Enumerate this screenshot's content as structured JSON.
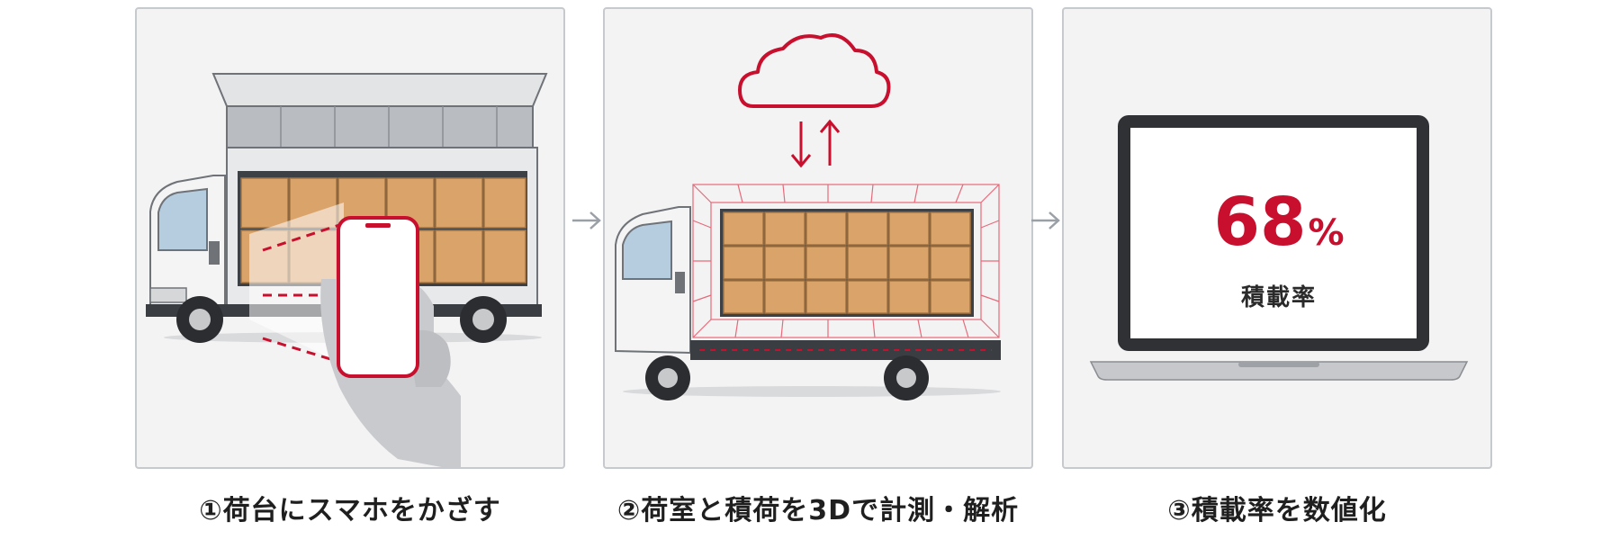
{
  "steps": [
    {
      "caption": "①荷台にスマホをかざす"
    },
    {
      "caption": "②荷室と積荷を3Dで計測・解析"
    },
    {
      "caption": "③積載率を数値化"
    }
  ],
  "result": {
    "value": "68",
    "unit": "%",
    "label": "積載率"
  },
  "colors": {
    "accent": "#c8102e",
    "border": "#c6c9cd",
    "panel_bg": "#f3f3f4",
    "box": "#d9a36a",
    "text": "#1f1f1f"
  }
}
